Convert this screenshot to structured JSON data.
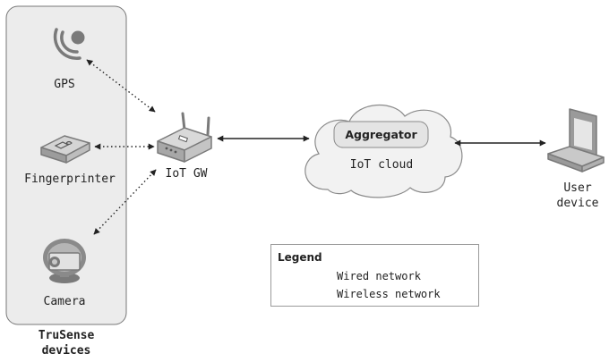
{
  "devices_group": {
    "label_line1": "TruSense",
    "label_line2": "devices",
    "items": [
      {
        "label": "GPS",
        "icon": "gps-icon"
      },
      {
        "label": "Fingerprinter",
        "icon": "fingerprinter-icon"
      },
      {
        "label": "Camera",
        "icon": "camera-icon"
      }
    ]
  },
  "gateway": {
    "label": "IoT GW",
    "icon": "router-icon"
  },
  "cloud": {
    "label": "IoT cloud",
    "aggregator_label": "Aggregator",
    "icon": "cloud-icon"
  },
  "user_device": {
    "label_line1": "User",
    "label_line2": "device",
    "icon": "laptop-icon"
  },
  "legend": {
    "title": "Legend",
    "wired_label": "Wired network",
    "wireless_label": "Wireless network"
  },
  "colors": {
    "group_fill": "#ececec",
    "group_border": "#777777",
    "icon_dark": "#7a7a7a",
    "icon_light": "#d9d9d9",
    "line": "#222222"
  }
}
